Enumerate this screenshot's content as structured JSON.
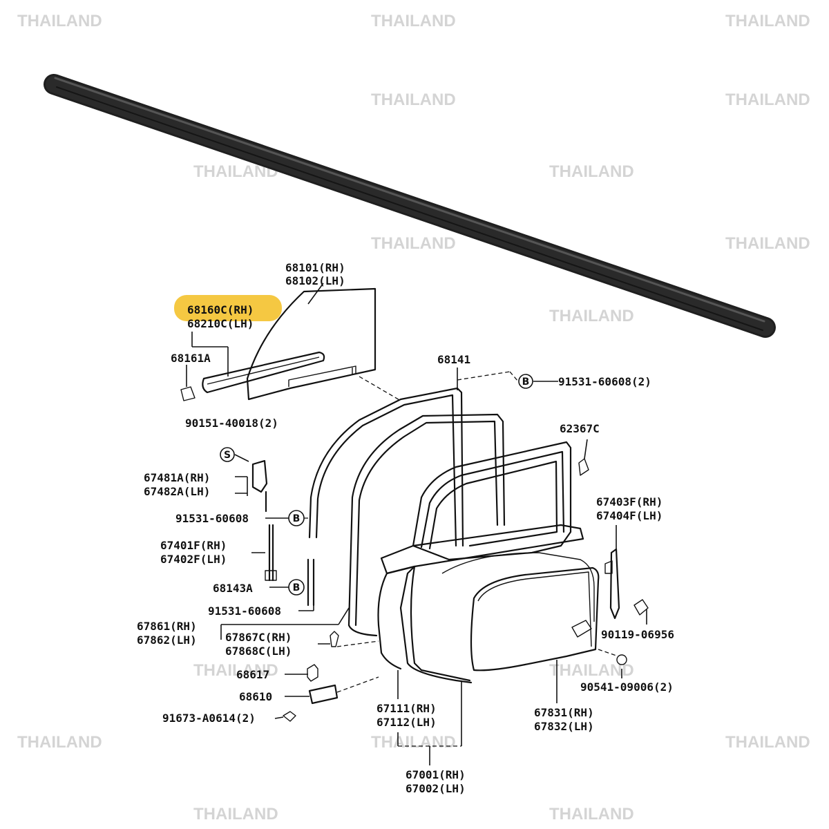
{
  "watermark": {
    "text": "THAILAND",
    "color": "#d4d4d4"
  },
  "highlight_color": "#f5c842",
  "weatherstrip_color": "#2a2a2a",
  "labels": {
    "p68101": "68101(RH)",
    "p68102": "68102(LH)",
    "p68160c": "68160C(RH)",
    "p68210c": "68210C(LH)",
    "p68161a": "68161A",
    "p68141": "68141",
    "p91531_2": "91531-60608(2)",
    "p90151": "90151-40018(2)",
    "p62367c": "62367C",
    "p67481a": "67481A(RH)",
    "p67482a": "67482A(LH)",
    "p67403f": "67403F(RH)",
    "p67404f": "67404F(LH)",
    "p91531_a": "91531-60608",
    "p67401f": "67401F(RH)",
    "p67402f": "67402F(LH)",
    "p68143a": "68143A",
    "p91531_b": "91531-60608",
    "p67861": "67861(RH)",
    "p67862": "67862(LH)",
    "p67867c": "67867C(RH)",
    "p67868c": "67868C(LH)",
    "p90119": "90119-06956",
    "p68617": "68617",
    "p90541": "90541-09006(2)",
    "p68610": "68610",
    "p91673": "91673-A0614(2)",
    "p67111": "67111(RH)",
    "p67112": "67112(LH)",
    "p67831": "67831(RH)",
    "p67832": "67832(LH)",
    "p67001": "67001(RH)",
    "p67002": "67002(LH)"
  },
  "symbols": {
    "bolt": "B",
    "screw": "S"
  },
  "icons": {
    "weatherstrip": "rubber-weatherstrip-icon",
    "glass": "door-glass-icon",
    "door": "door-panel-icon"
  }
}
